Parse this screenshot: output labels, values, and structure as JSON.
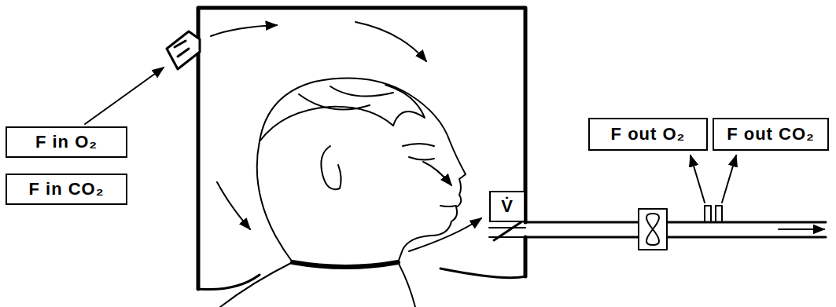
{
  "diagram": {
    "nodes": [
      {
        "text": [
          "F in O₂"
        ]
      },
      {
        "text": [
          "F in CO₂"
        ]
      },
      {
        "text": [
          "V̇"
        ]
      },
      {
        "text": [
          "F out O₂"
        ]
      },
      {
        "text": [
          "F out CO₂"
        ]
      }
    ]
  }
}
